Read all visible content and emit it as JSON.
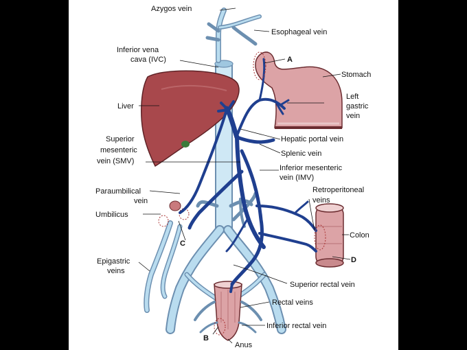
{
  "colors": {
    "background": "#000000",
    "panel": "#ffffff",
    "liver": "#a8484c",
    "organ_tissue": "#dca3a6",
    "portal_vein": "#1f3f8f",
    "systemic_vein": "#b9dcef"
  },
  "labels": {
    "azygos": "Azygos vein",
    "esophageal": "Esophageal vein",
    "ivc_1": "Inferior vena",
    "ivc_2": "cava (IVC)",
    "site_a": "A",
    "stomach": "Stomach",
    "liver": "Liver",
    "left_gastric_1": "Left",
    "left_gastric_2": "gastric",
    "left_gastric_3": "vein",
    "smv_1": "Superior",
    "smv_2": "mesenteric",
    "smv_3": "vein (SMV)",
    "hepatic_portal": "Hepatic portal vein",
    "splenic": "Splenic vein",
    "imv_1": "Inferior mesenteric",
    "imv_2": "vein (IMV)",
    "paraumbilical_1": "Paraumbilical",
    "paraumbilical_2": "vein",
    "retroperitoneal_1": "Retroperitoneal",
    "retroperitoneal_2": "veins",
    "umbilicus": "Umbilicus",
    "site_c": "C",
    "colon": "Colon",
    "epigastric_1": "Epigastric",
    "epigastric_2": "veins",
    "site_d": "D",
    "superior_rectal": "Superior rectal vein",
    "rectal": "Rectal veins",
    "inferior_rectal": "Inferior rectal vein",
    "site_b": "B",
    "anus": "Anus"
  }
}
